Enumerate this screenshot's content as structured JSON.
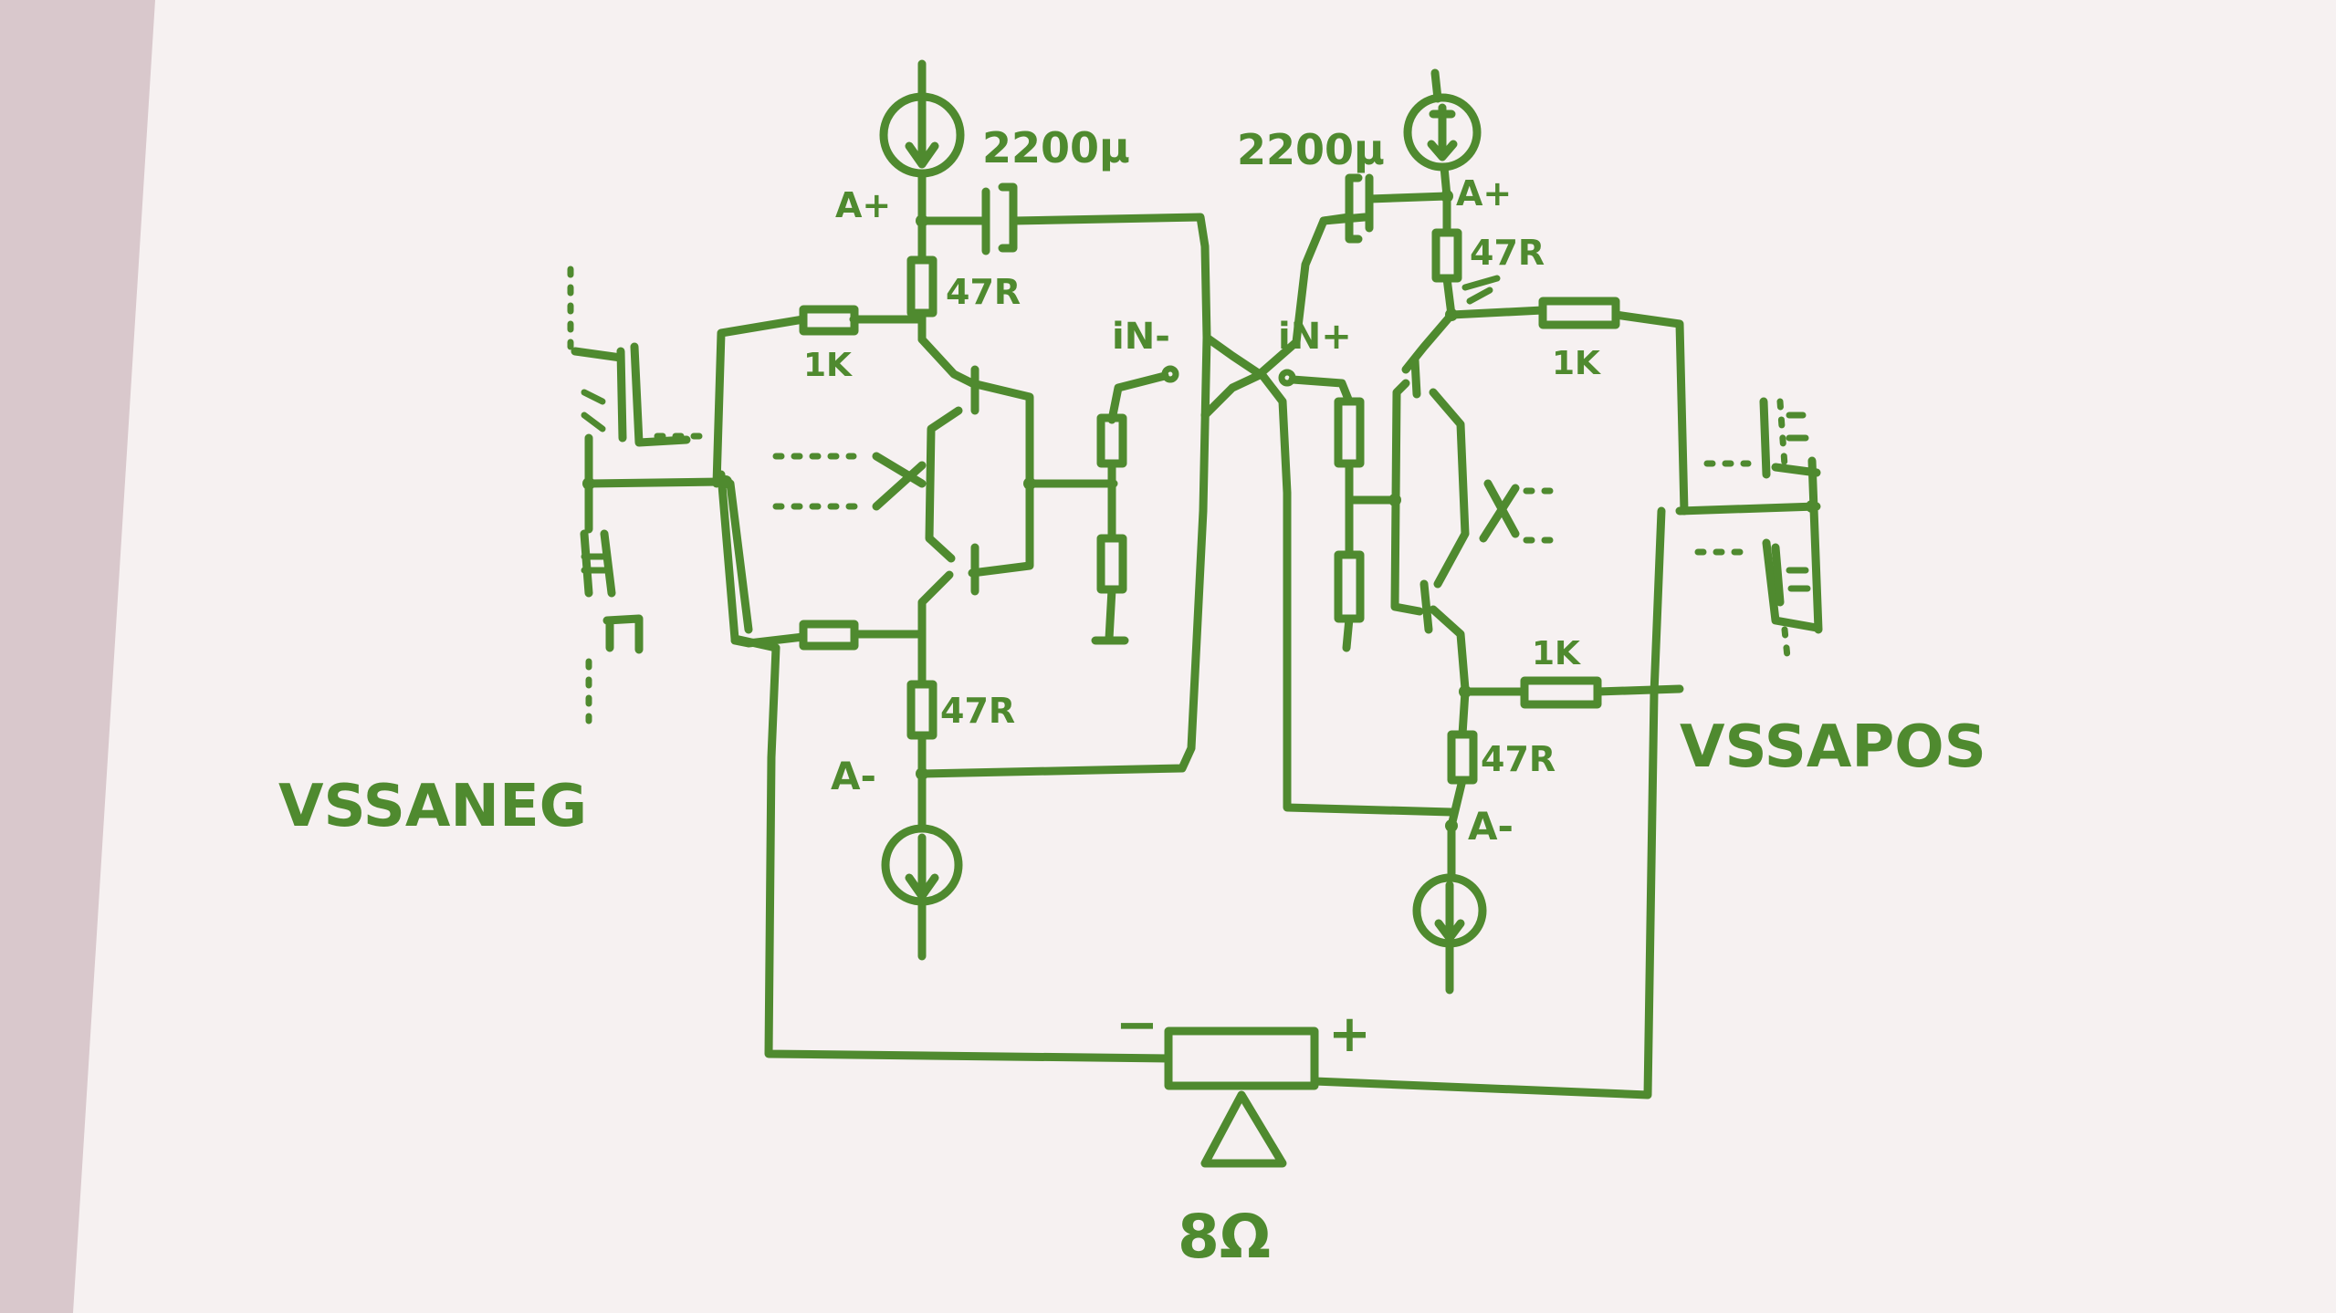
{
  "colors": {
    "ink": "#4f8a2f",
    "paper": "#f6f1f1",
    "background": "#d9c8cc"
  },
  "labels": {
    "cap_left": "2200µ",
    "cap_right": "2200µ",
    "a_plus_left": "A+",
    "a_plus_right": "A+",
    "a_minus_left": "A-",
    "a_minus_right": "A-",
    "in_minus": "iN-",
    "in_plus": "iN+",
    "r47_left_top": "47R",
    "r47_left_bottom": "47R",
    "r47_right_top": "47R",
    "r47_right_bottom": "47R",
    "r1k_left": "1K",
    "r1k_right_top": "1K",
    "r1k_right_bottom": "1K",
    "vss_left": "VSSANEG",
    "vss_right": "VSSAPOS",
    "speaker_minus": "−",
    "speaker_plus": "+",
    "speaker_impedance": "8Ω"
  }
}
